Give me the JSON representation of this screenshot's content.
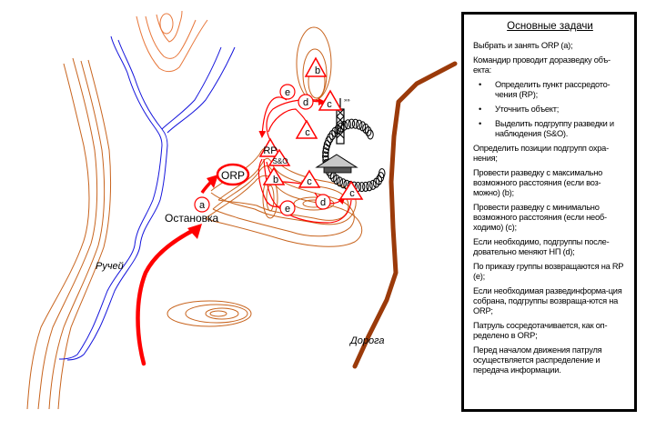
{
  "map": {
    "labels": {
      "orp": "ORP",
      "rp": "RP",
      "so": "S&O",
      "stop": "Остановка",
      "stream": "Ручей",
      "road": "Дорога"
    },
    "markers": {
      "a": "a",
      "b": "b",
      "c": "c",
      "d": "d",
      "e": "e"
    },
    "colors": {
      "contour": "#c8641e",
      "stream": "#1414dc",
      "road": "#9b3a0a",
      "route": "#ff0000",
      "tactical": "#ff0000"
    }
  },
  "tasks": {
    "title": "Основные задачи",
    "items": [
      {
        "text": "Выбрать и занять ORP (a);"
      },
      {
        "text": "Командир проводит доразведку объ-екта:",
        "sub": [
          "Определить пункт рассредото-чения (RP);",
          "Уточнить объект;",
          "Выделить подгруппу разведки и наблюдения (S&O)."
        ]
      },
      {
        "text": "Определить позиции подгрупп охра-нения;"
      },
      {
        "text": "Провести разведку с максимально возможного расстояния (если воз-можно) (b);"
      },
      {
        "text": "Провести разведку с минимально возможного расстояния (если необ-ходимо) (c);"
      },
      {
        "text": "Если необходимо, подгруппы после-довательно меняют НП (d);"
      },
      {
        "text": "По приказу группы возвращаются на RP (e);"
      },
      {
        "text": "Если необходимая развединформа-ция собрана, подгруппы возвраща-ются на ORP;"
      },
      {
        "text": "Патруль сосредотачивается, как оп-ределено в ORP;"
      },
      {
        "text": "Перед началом движения патруля осуществляется распределение и передача информации."
      }
    ],
    "bullet": "•"
  }
}
